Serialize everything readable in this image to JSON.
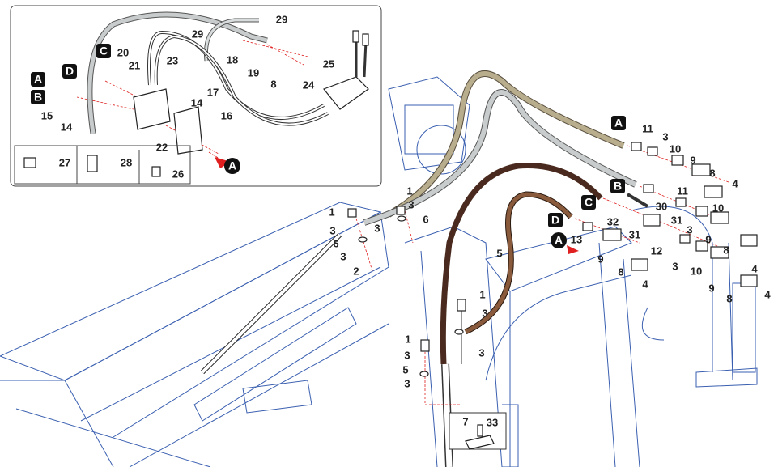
{
  "colors": {
    "line_art": "#3a5fb0",
    "hose_tan": "#b8ad8c",
    "hose_grey": "#c8cccc",
    "hose_dark_brown": "#4a2a1e",
    "hose_brown": "#8a5a3c",
    "arrow": "#e02020"
  },
  "badges": {
    "A": "A",
    "B": "B",
    "C": "C",
    "D": "D"
  },
  "inset": {
    "callouts": [
      "29",
      "29",
      "20",
      "21",
      "23",
      "18",
      "19",
      "8",
      "25",
      "24",
      "17",
      "14",
      "16",
      "15",
      "14",
      "22",
      "27",
      "28",
      "26"
    ]
  },
  "main": {
    "callouts": [
      "11",
      "3",
      "10",
      "9",
      "8",
      "4",
      "11",
      "10",
      "30",
      "31",
      "32",
      "31",
      "3",
      "13",
      "9",
      "9",
      "8",
      "12",
      "3",
      "10",
      "8",
      "4",
      "4",
      "9",
      "8",
      "4",
      "1",
      "3",
      "1",
      "6",
      "3",
      "3",
      "6",
      "3",
      "2",
      "5",
      "1",
      "3",
      "3",
      "1",
      "3",
      "5",
      "3",
      "7",
      "33"
    ]
  }
}
